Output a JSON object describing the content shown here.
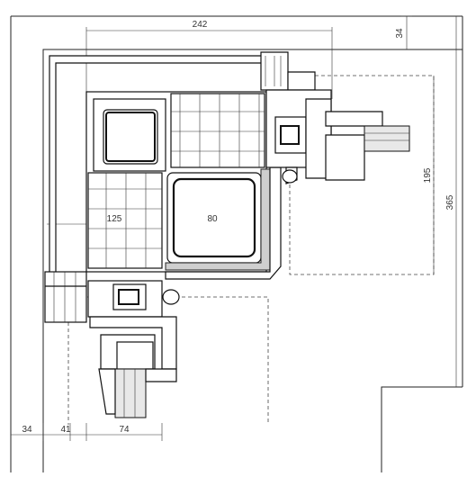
{
  "dimensions": {
    "top_width": "242",
    "top_right_height": "34",
    "inner_right_height": "195",
    "outer_right_height": "365",
    "center_left": "125",
    "center_right": "80",
    "bottom_left": "34",
    "bottom_mid": "41",
    "bottom_right": "74"
  },
  "colors": {
    "line": "#222222",
    "gasket": "#cfcfcf",
    "fill_dark": "#111111"
  }
}
